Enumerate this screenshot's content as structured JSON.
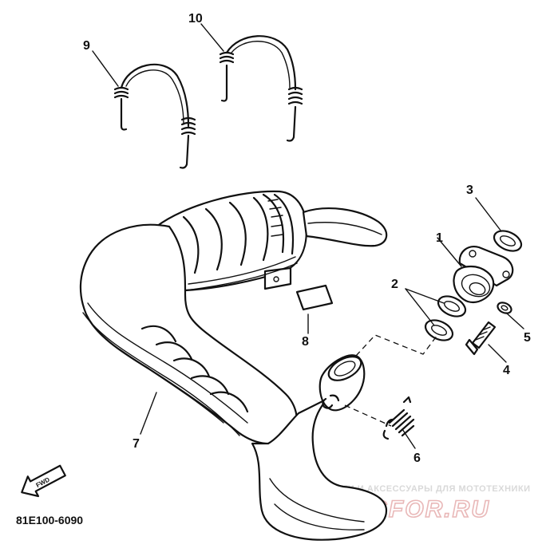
{
  "diagram": {
    "code": "81E100-6090",
    "fwd_label": "FWD",
    "watermark_top": "ЗАПЧАСТИ И АКСЕССУАРЫ ДЛЯ МОТОТЕХНИКИ",
    "watermark_brand": "PARTSFOR.RU",
    "callouts": [
      {
        "id": "1",
        "label": "1"
      },
      {
        "id": "2",
        "label": "2"
      },
      {
        "id": "3",
        "label": "3"
      },
      {
        "id": "4",
        "label": "4"
      },
      {
        "id": "5",
        "label": "5"
      },
      {
        "id": "6",
        "label": "6"
      },
      {
        "id": "7",
        "label": "7"
      },
      {
        "id": "8",
        "label": "8"
      },
      {
        "id": "9",
        "label": "9"
      },
      {
        "id": "10",
        "label": "10"
      }
    ]
  }
}
